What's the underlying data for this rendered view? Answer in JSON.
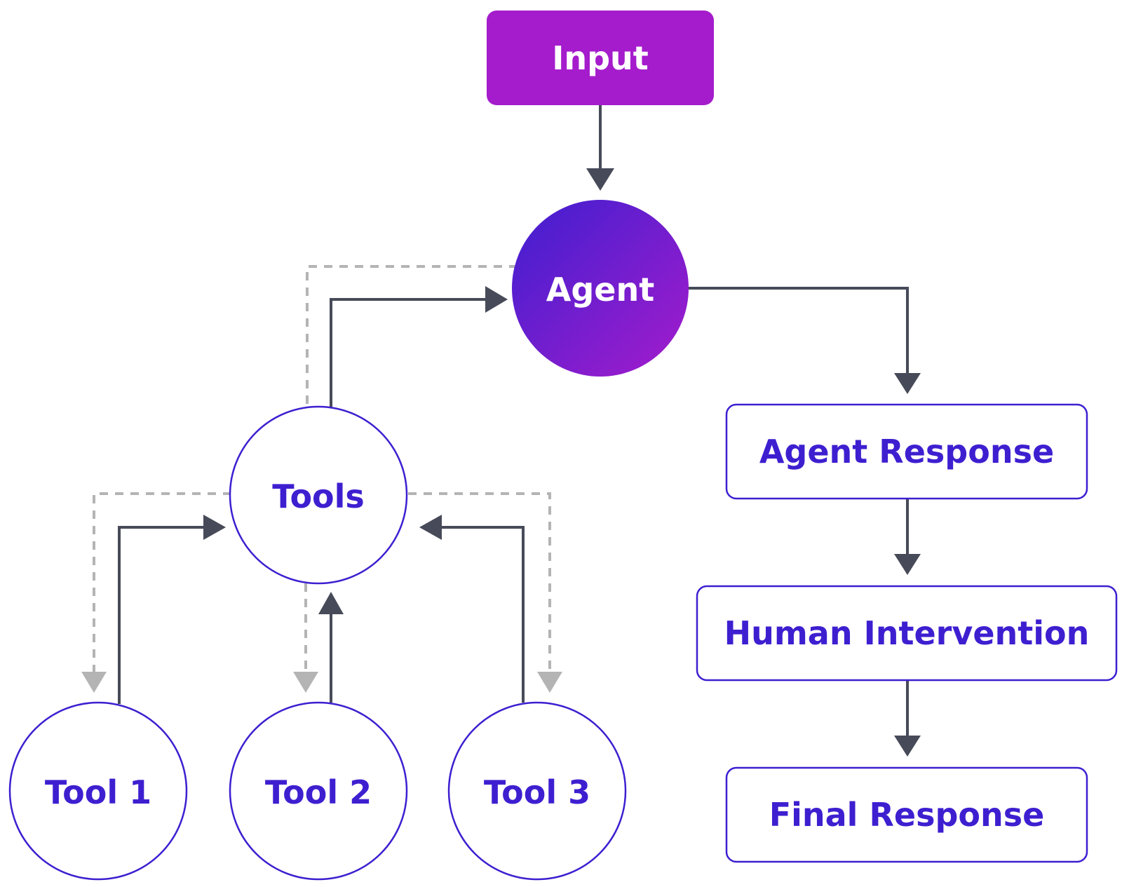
{
  "nodes": {
    "input": "Input",
    "agent": "Agent",
    "tools": "Tools",
    "tool_1": "Tool 1",
    "tool_2": "Tool 2",
    "tool_3": "Tool 3",
    "agent_response": "Agent Response",
    "human_intervention": "Human Intervention",
    "final_response": "Final Response"
  },
  "colors": {
    "input_fill": "#a51ccc",
    "agent_gradient_start": "#3e1fd0",
    "agent_gradient_end": "#a51ccc",
    "node_outline": "#3e1fd0",
    "node_text": "#3e1fd0",
    "solid_arrow": "#474a58",
    "dashed_arrow": "#b4b4b4"
  },
  "edges": [
    {
      "from": "Input",
      "to": "Agent",
      "style": "solid"
    },
    {
      "from": "Tools",
      "to": "Agent",
      "style": "solid"
    },
    {
      "from": "Agent",
      "to": "Tools",
      "style": "dashed"
    },
    {
      "from": "Agent",
      "to": "Agent Response",
      "style": "solid"
    },
    {
      "from": "Agent Response",
      "to": "Human Intervention",
      "style": "solid"
    },
    {
      "from": "Human Intervention",
      "to": "Final Response",
      "style": "solid"
    },
    {
      "from": "Tools",
      "to": "Tool 1",
      "style": "dashed"
    },
    {
      "from": "Tools",
      "to": "Tool 2",
      "style": "dashed"
    },
    {
      "from": "Tools",
      "to": "Tool 3",
      "style": "dashed"
    },
    {
      "from": "Tool 1",
      "to": "Tools",
      "style": "solid"
    },
    {
      "from": "Tool 2",
      "to": "Tools",
      "style": "solid"
    },
    {
      "from": "Tool 3",
      "to": "Tools",
      "style": "solid"
    }
  ]
}
